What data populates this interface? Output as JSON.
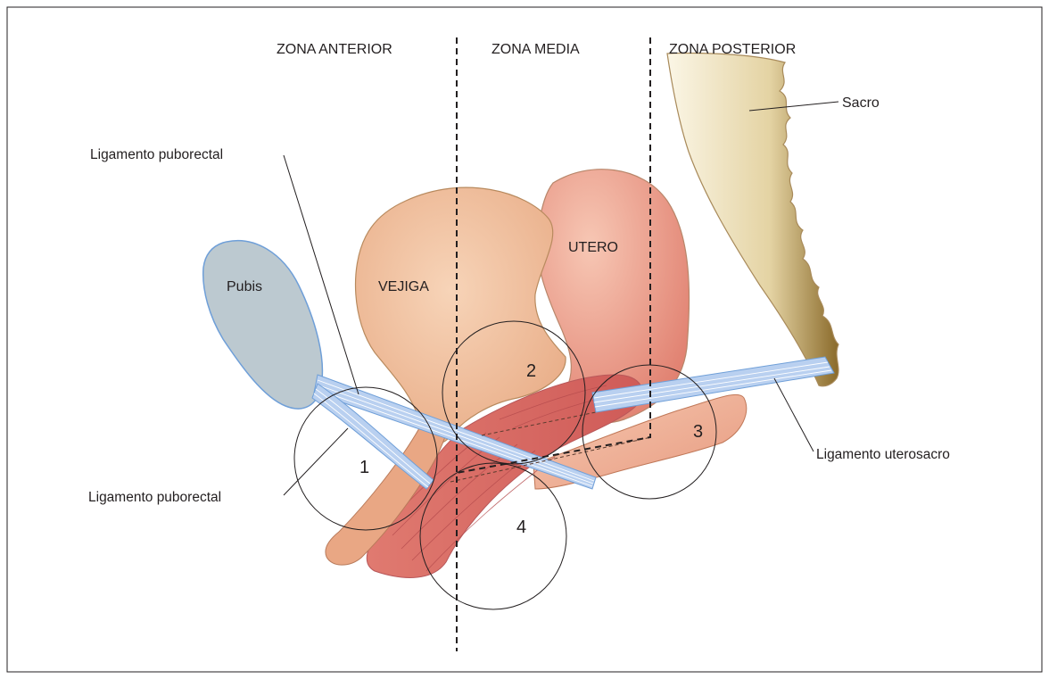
{
  "zones": {
    "anterior": "ZONA ANTERIOR",
    "media": "ZONA MEDIA",
    "posterior": "ZONA POSTERIOR"
  },
  "organs": {
    "pubis": "Pubis",
    "vejiga": "VEJIGA",
    "utero": "UTERO",
    "sacro": "Sacro"
  },
  "ligaments": {
    "puborectal_top": "Ligamento puborectal",
    "puborectal_bottom": "Ligamento puborectal",
    "uterosacro": "Ligamento uterosacro"
  },
  "circles": [
    "1",
    "2",
    "3",
    "4"
  ],
  "colors": {
    "pubis_fill": "#bcc9d0",
    "pubis_stroke": "#6f9fd8",
    "bladder": "#f0bf9c",
    "uterus": "#ee9f8e",
    "muscle": "#d9645f",
    "sacrum": "#c9a860",
    "ligament": "#b9d0f0",
    "outline": "#a88a5a"
  }
}
